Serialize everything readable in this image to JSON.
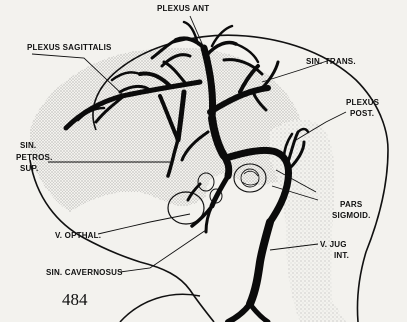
{
  "labels": {
    "plexus_ant": "PLEXUS ANT",
    "plexus_sagittalis": "PLEXUS SAGITTALIS",
    "sin_trans": "SIN. TRANS.",
    "plexus_post_1": "PLEXUS",
    "plexus_post_2": "POST.",
    "sin_petros_1": "SIN.",
    "sin_petros_2": "PETROS.",
    "sin_petros_3": "SUP.",
    "pars_sigmoid_1": "PARS",
    "pars_sigmoid_2": "SIGMOID.",
    "v_opthal": "V. OPTHAL.",
    "v_jug_1": "V. JUG",
    "v_jug_2": "INT.",
    "sin_cavernosus": "SIN. CAVERNOSUS"
  },
  "page_number": "484",
  "colors": {
    "ink": "#111111",
    "paper": "#f3f2ee",
    "stipple": "#8c8c8c"
  }
}
